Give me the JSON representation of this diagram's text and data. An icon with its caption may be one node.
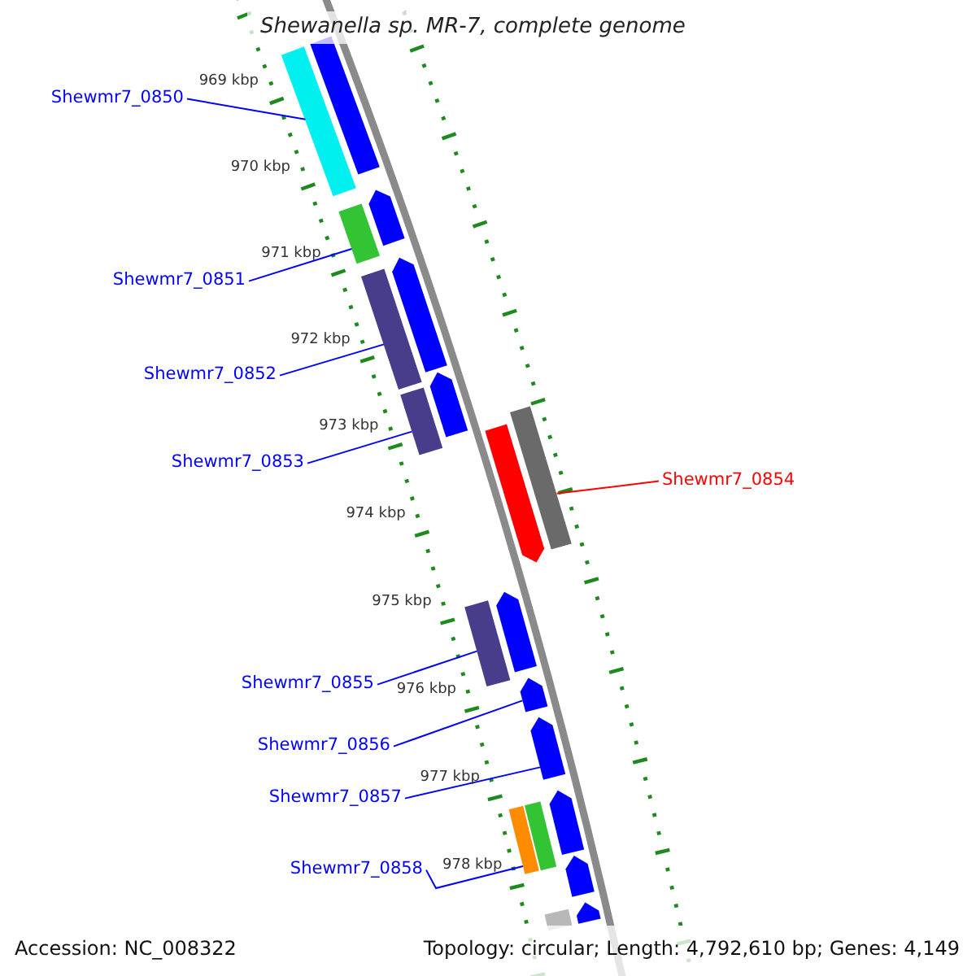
{
  "diagram": {
    "title": "Shewanella sp. MR-7, complete genome",
    "nodes": [
      {
        "text": [
          "Shewmr7_0850"
        ]
      },
      {
        "text": [
          "Shewmr7_0851"
        ]
      },
      {
        "text": [
          "Shewmr7_0852"
        ]
      },
      {
        "text": [
          "Shewmr7_0853"
        ]
      },
      {
        "text": [
          "Shewmr7_0854"
        ]
      },
      {
        "text": [
          "Shewmr7_0855"
        ]
      },
      {
        "text": [
          "Shewmr7_0856"
        ]
      },
      {
        "text": [
          "Shewmr7_0857"
        ]
      },
      {
        "text": [
          "Shewmr7_0858"
        ]
      },
      {
        "text": [],
        "shape": "bar"
      },
      {
        "text": [],
        "shape": "bar"
      },
      {
        "text": [],
        "shape": "bar"
      },
      {
        "text": [],
        "shape": "arrow"
      },
      {
        "text": [],
        "shape": "bar"
      },
      {
        "text": [],
        "shape": "arrow"
      },
      {
        "text": [],
        "shape": "bar"
      },
      {
        "text": [],
        "shape": "arrow"
      },
      {
        "text": [],
        "shape": "bar"
      },
      {
        "text": [],
        "shape": "arrow"
      },
      {
        "text": [],
        "shape": "bar"
      },
      {
        "text": [],
        "shape": "arrow"
      },
      {
        "text": [],
        "shape": "arrow"
      },
      {
        "text": [],
        "shape": "arrow"
      },
      {
        "text": [],
        "shape": "bar"
      },
      {
        "text": [],
        "shape": "bar"
      },
      {
        "text": [],
        "shape": "arrow"
      },
      {
        "text": [],
        "shape": "arrow"
      },
      {
        "text": [],
        "shape": "bar"
      },
      {
        "text": [],
        "shape": "arrow"
      }
    ],
    "edges": [
      {
        "from": 0,
        "to": 9,
        "arrow": "none"
      },
      {
        "from": 1,
        "to": 11,
        "arrow": "none"
      },
      {
        "from": 2,
        "to": 13,
        "arrow": "none"
      },
      {
        "from": 3,
        "to": 15,
        "arrow": "none"
      },
      {
        "from": 4,
        "to": 17,
        "arrow": "none",
        "color": "#ff0000"
      },
      {
        "from": 5,
        "to": 19,
        "arrow": "none"
      },
      {
        "from": 6,
        "to": 21,
        "arrow": "none"
      },
      {
        "from": 7,
        "to": 22,
        "arrow": "none"
      },
      {
        "from": 8,
        "to": 23,
        "arrow": "none"
      }
    ],
    "labels": [
      "969 kbp",
      "970 kbp",
      "971 kbp",
      "972 kbp",
      "973 kbp",
      "974 kbp",
      "975 kbp",
      "976 kbp",
      "977 kbp",
      "978 kbp",
      "Accession: NC_008322",
      "Topology: circular; Length: 4,792,610 bp; Genes: 4,149"
    ]
  }
}
